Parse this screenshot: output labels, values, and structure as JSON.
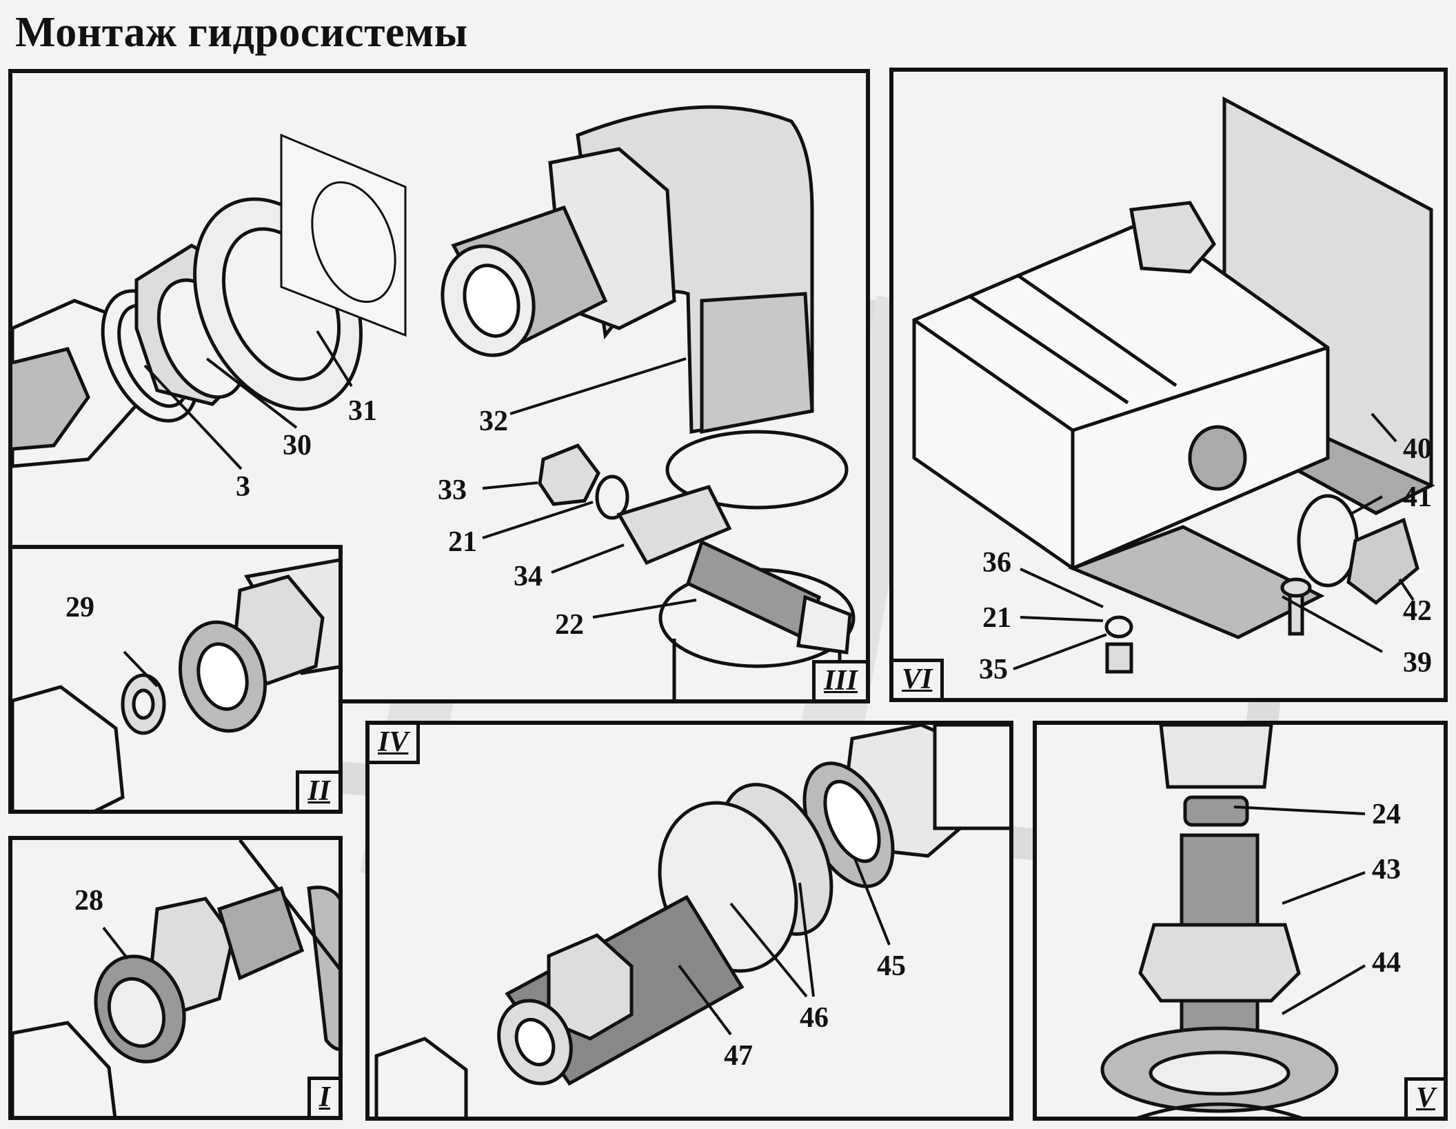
{
  "title": "Монтаж гидросистемы",
  "panels": {
    "I": "I",
    "II": "II",
    "III": "III",
    "IV": "IV",
    "V": "V",
    "VI": "VI"
  },
  "callouts": {
    "c3": "3",
    "c21a": "21",
    "c21b": "21",
    "c22": "22",
    "c24": "24",
    "c28": "28",
    "c29": "29",
    "c30": "30",
    "c31": "31",
    "c32": "32",
    "c33": "33",
    "c34": "34",
    "c35": "35",
    "c36": "36",
    "c39": "39",
    "c40": "40",
    "c41": "41",
    "c42": "42",
    "c43": "43",
    "c44": "44",
    "c45": "45",
    "c46": "46",
    "c47": "47"
  },
  "colors": {
    "ink": "#111111",
    "paper": "#f3f3f3",
    "shade": "#9a9a9a",
    "watermark": "#d9d9d9"
  }
}
